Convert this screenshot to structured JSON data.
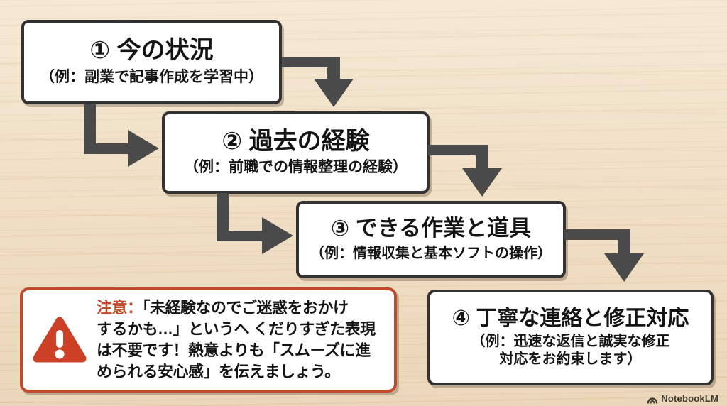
{
  "colors": {
    "wood_base": "#f2dfc2",
    "box_border": "#323232",
    "arrow": "#4a4a4a",
    "warning_red": "#c2492c",
    "warning_icon_red": "#cc4125",
    "text": "#141414"
  },
  "steps": [
    {
      "title": "① 今の状況",
      "lines": [
        "（例：副業で記事作成を学習中）"
      ]
    },
    {
      "title": "② 過去の経験",
      "lines": [
        "（例：前職での情報整理の経験）"
      ]
    },
    {
      "title": "③ できる作業と道具",
      "lines": [
        "（例：情報収集と基本ソフトの操作）"
      ]
    },
    {
      "title": "④ 丁寧な連絡と修正対応",
      "lines": [
        "（例：迅速な返信と誠実な修正",
        "対応をお約束します）"
      ]
    }
  ],
  "warning": {
    "label": "注意：",
    "lines": [
      "「未経験なのでご迷惑をおかけ",
      "するかも…」というへ くだりすぎた表現",
      "は不要です！熱意よりも「スムーズに進",
      "められる安心感」を伝えましょう。"
    ]
  },
  "watermark": {
    "label": "NotebookLM"
  }
}
